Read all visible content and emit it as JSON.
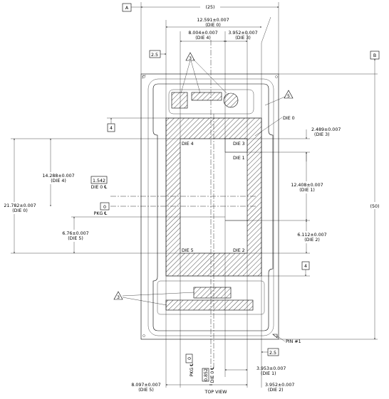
{
  "datum_refs": {
    "a": "A",
    "b": "B"
  },
  "dims": {
    "overall_width": "(25)",
    "overall_height": "(50)",
    "die0_width": "12.591±0.007",
    "die0_width_sub": "(DIE 0)",
    "die4_width": "8.004±0.007",
    "die4_width_sub": "(DIE 4)",
    "die3_width": "3.952±0.007",
    "die3_width_sub": "(DIE 3)",
    "edge_offset_top": "2.5",
    "edge_offset_bottom": "2.5",
    "die3_height": "2.489±0.007",
    "die3_height_sub": "(DIE 3)",
    "die1_height": "12.408±0.007",
    "die1_height_sub": "(DIE 1)",
    "die2_height": "6.112±0.007",
    "die2_height_sub": "(DIE 2)",
    "die4_height": "14.288±0.007",
    "die4_height_sub": "(DIE 4)",
    "die0_height": "21.782±0.007",
    "die0_height_sub": "(DIE 0)",
    "die5_height": "6.76±0.007",
    "die5_height_sub": "(DIE 5)",
    "die0_cl_offset": "1.542",
    "die0_cl_label": "DIE 0 ℄",
    "pkg_zero": "0",
    "pkg_cl_label": "PKG ℄",
    "die0_cl_x_offset": "0.852",
    "die1_x": "3.953±0.007",
    "die1_x_sub": "(DIE 1)",
    "die5_x": "8.097±0.007",
    "die5_x_sub": "(DIE 5)",
    "die2_x": "3.952±0.007",
    "die2_x_sub": "(DIE 2)",
    "zero_x": "0",
    "pkg_cl_vertical": "PKG ℄",
    "die0_cl_vertical": "DIE 0 ℄",
    "tol_4_top": "4",
    "tol_4_bottom": "4"
  },
  "labels": {
    "die0": "DIE 0",
    "die1": "DIE 1",
    "die2": "DIE 2",
    "die3": "DIE 3",
    "die4": "DIE 4",
    "die5": "DIE 5",
    "pin1": "PIN #1",
    "view": "TOP VIEW"
  },
  "notes": {
    "note3_top": "3",
    "note3_bottom": "3",
    "note5": "5"
  }
}
